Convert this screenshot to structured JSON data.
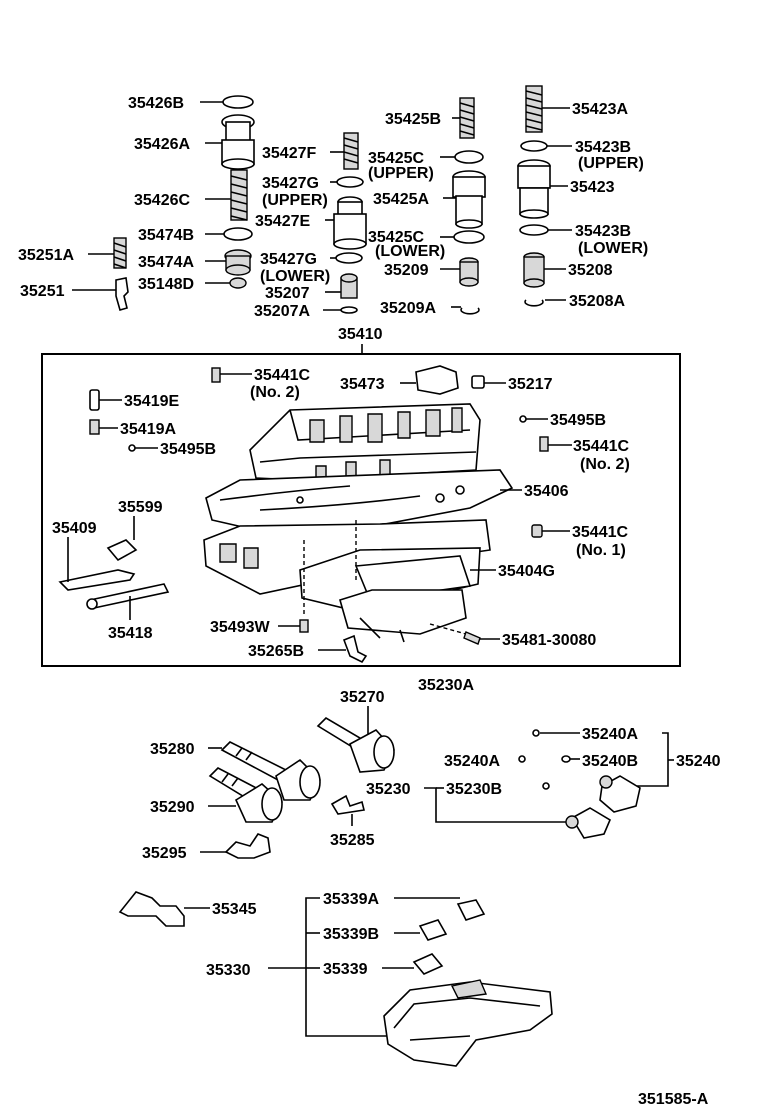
{
  "labels": {
    "l35426B": "35426B",
    "l35426A": "35426A",
    "l35426C": "35426C",
    "l35474B": "35474B",
    "l35474A": "35474A",
    "l35148D": "35148D",
    "l35251A": "35251A",
    "l35251": "35251",
    "l35427F": "35427F",
    "l35427G1": "35427G",
    "l35427G1s": "(UPPER)",
    "l35427E": "35427E",
    "l35427G2": "35427G",
    "l35427G2s": "(LOWER)",
    "l35207": "35207",
    "l35207A": "35207A",
    "l35425B": "35425B",
    "l35425C1": "35425C",
    "l35425C1s": "(UPPER)",
    "l35425A": "35425A",
    "l35425C2": "35425C",
    "l35425C2s": "(LOWER)",
    "l35209": "35209",
    "l35209A": "35209A",
    "l35423A": "35423A",
    "l35423B1": "35423B",
    "l35423B1s": "(UPPER)",
    "l35423": "35423",
    "l35423B2": "35423B",
    "l35423B2s": "(LOWER)",
    "l35208": "35208",
    "l35208A": "35208A",
    "l35410": "35410",
    "l35441C1": "35441C",
    "l35441C1s": "(No. 2)",
    "l35473": "35473",
    "l35217": "35217",
    "l35419E": "35419E",
    "l35419A": "35419A",
    "l35495B1": "35495B",
    "l35495B2": "35495B",
    "l35441C2": "35441C",
    "l35441C2s": "(No. 2)",
    "l35406": "35406",
    "l35599": "35599",
    "l35409": "35409",
    "l35441C3": "35441C",
    "l35441C3s": "(No. 1)",
    "l35404G": "35404G",
    "l35418": "35418",
    "l35493W": "35493W",
    "l35481": "35481-30080",
    "l35265B": "35265B",
    "l35230A": "35230A",
    "l35270": "35270",
    "l35280": "35280",
    "l35290": "35290",
    "l35230": "35230",
    "l35240A1": "35240A",
    "l35240A2": "35240A",
    "l35240B": "35240B",
    "l35240": "35240",
    "l35230B": "35230B",
    "l35285": "35285",
    "l35295": "35295",
    "l35345": "35345",
    "l35339A": "35339A",
    "l35339B": "35339B",
    "l35330": "35330",
    "l35339": "35339",
    "l351585": "351585-A"
  }
}
